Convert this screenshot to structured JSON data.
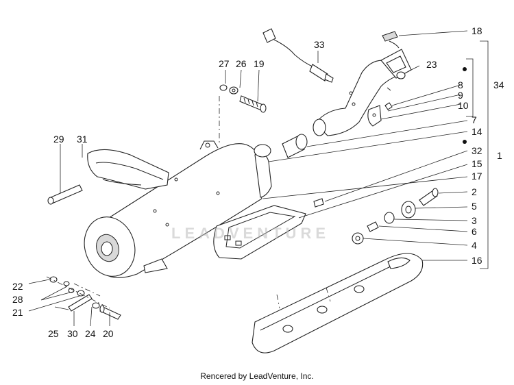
{
  "watermark": "LEADVENTURE",
  "footer": "Rencered by LeadVenture, Inc.",
  "callouts": {
    "c18": "18",
    "c33": "33",
    "c23": "23",
    "c34": "34",
    "c27": "27",
    "c26": "26",
    "c19": "19",
    "c8": "8",
    "c9": "9",
    "c10": "10",
    "c7": "7",
    "c14": "14",
    "c29": "29",
    "c31": "31",
    "c32": "32",
    "c1": "1",
    "c15": "15",
    "c17": "17",
    "c2": "2",
    "c5": "5",
    "c3": "3",
    "c6": "6",
    "c4": "4",
    "c16": "16",
    "c22": "22",
    "c28": "28",
    "c21": "21",
    "c25": "25",
    "c30": "30",
    "c24": "24",
    "c20": "20"
  }
}
